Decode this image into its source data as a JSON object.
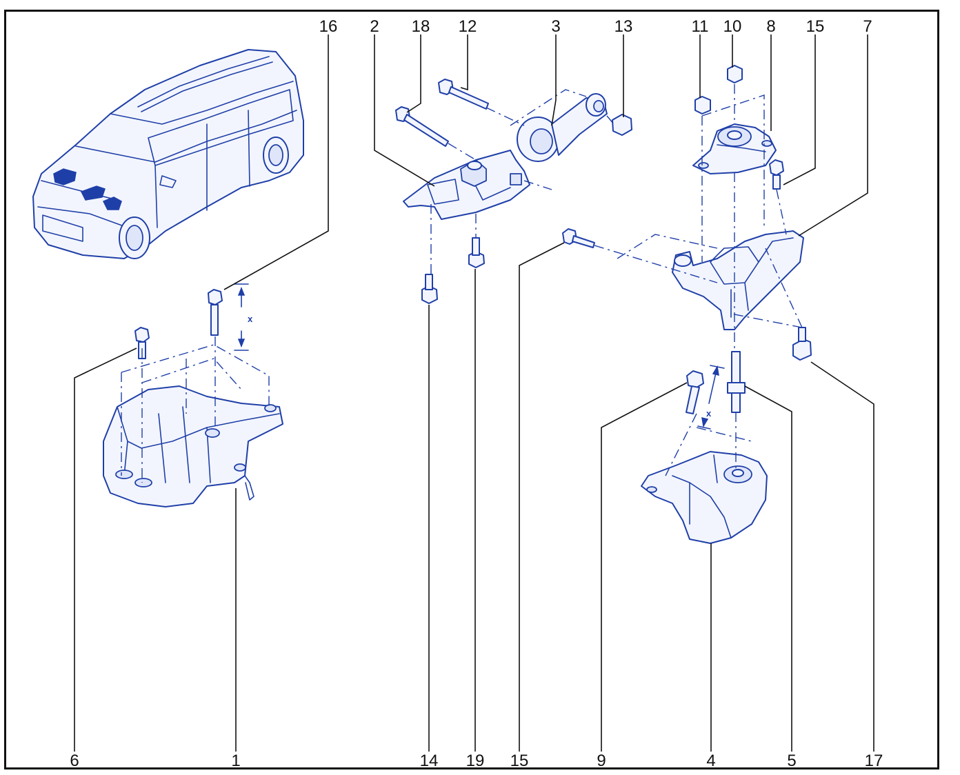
{
  "callouts": {
    "top": [
      "16",
      "2",
      "18",
      "12",
      "3",
      "13",
      "11",
      "10",
      "8",
      "15",
      "7"
    ],
    "bottom": [
      "6",
      "1",
      "14",
      "19",
      "15",
      "9",
      "4",
      "5",
      "17"
    ]
  },
  "dimension_label": "x",
  "colors": {
    "line": "#1f3fa8",
    "fill": "#f2f5fd",
    "frame": "#111111"
  }
}
